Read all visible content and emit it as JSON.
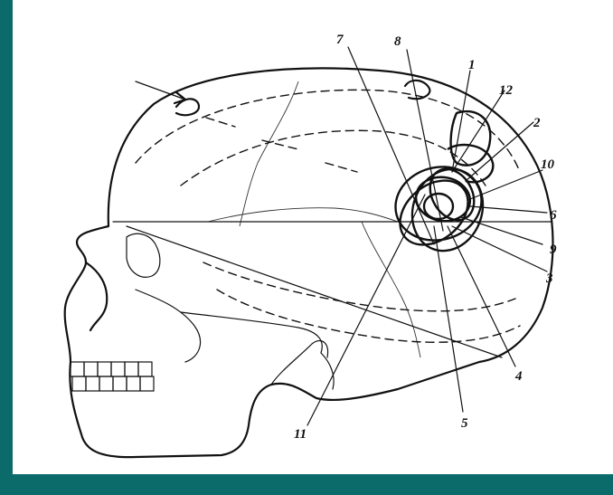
{
  "figure": {
    "labels": [
      "1",
      "2",
      "3",
      "4",
      "5",
      "6",
      "7",
      "8",
      "9",
      "10",
      "11",
      "12"
    ],
    "colors": {
      "frame": "#0b6b6b",
      "paper": "#ffffff",
      "ink": "#111111"
    }
  }
}
